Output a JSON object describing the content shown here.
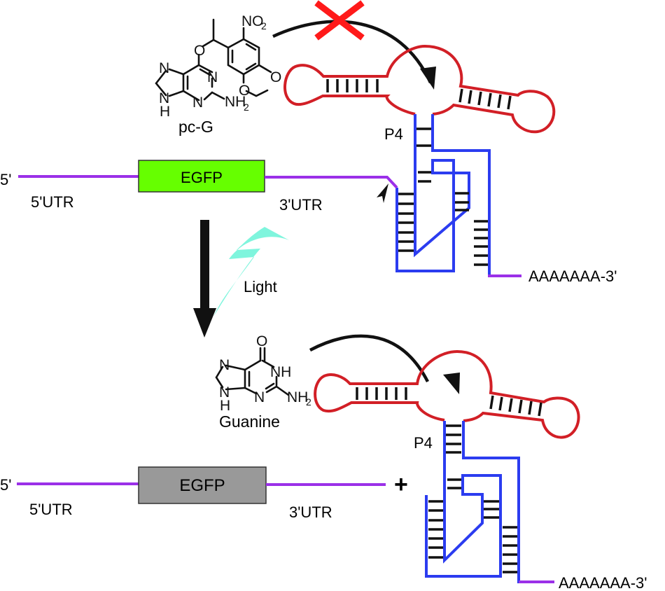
{
  "colors": {
    "mrna_strand": "#9b30e8",
    "ribozyme_catalytic_core": "#d21f26",
    "ribozyme_scaffold": "#2b3cf0",
    "egfp_active": "#66ff00",
    "egfp_inactive": "#999999",
    "light_bolt": "#7ff5dd",
    "block_mark": "#ff1a1a"
  },
  "top_panel": {
    "caged_ligand": {
      "name": "pc-G",
      "atoms": [
        "N",
        "N",
        "H",
        "N",
        "N",
        "NH",
        "2",
        "O",
        "NO",
        "2",
        "O",
        "O"
      ]
    },
    "blocked_mark": "X",
    "construct": {
      "five_prime_end": "5'",
      "five_utr": "5'UTR",
      "gene": "EGFP",
      "three_utr": "3'UTR",
      "poly_a_tail": "AAAAAAA-3'",
      "stem_label": "P4"
    }
  },
  "transition": {
    "label": "Light"
  },
  "bottom_panel": {
    "ligand": {
      "name": "Guanine",
      "atoms": [
        "O",
        "N",
        "NH",
        "N",
        "H",
        "N",
        "NH",
        "2"
      ]
    },
    "cleaved_mrna": {
      "five_prime_end": "5'",
      "five_utr": "5'UTR",
      "gene": "EGFP",
      "three_utr": "3'UTR"
    },
    "plus_sign": "+",
    "ribozyme": {
      "stem_label": "P4",
      "poly_a_tail": "AAAAAAA-3'"
    }
  }
}
